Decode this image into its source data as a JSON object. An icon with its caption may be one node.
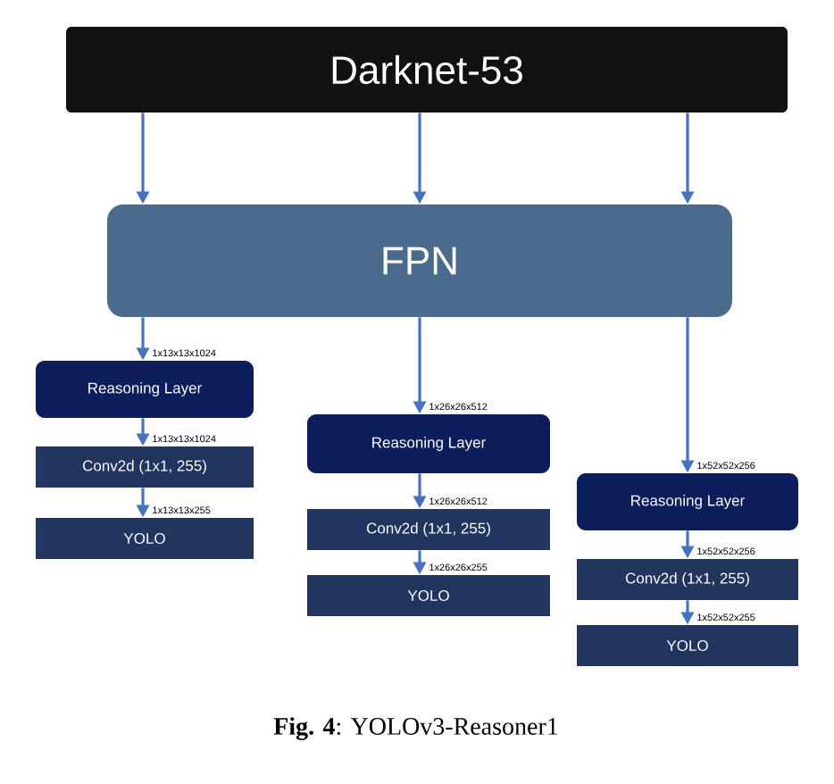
{
  "diagram": {
    "caption": "**Fig. 4**: YOLOv3-Reasoner1",
    "nodes": [
      {
        "text": [
          "Darknet-53"
        ]
      },
      {
        "text": [
          "FPN"
        ]
      },
      {
        "text": [
          "Reasoning Layer"
        ]
      },
      {
        "text": [
          "Conv2d (1x1, 255)"
        ]
      },
      {
        "text": [
          "YOLO"
        ]
      },
      {
        "text": [
          "Reasoning Layer"
        ]
      },
      {
        "text": [
          "Conv2d (1x1, 255)"
        ]
      },
      {
        "text": [
          "YOLO"
        ]
      },
      {
        "text": [
          "Reasoning Layer"
        ]
      },
      {
        "text": [
          "Conv2d (1x1, 255)"
        ]
      },
      {
        "text": [
          "YOLO"
        ]
      }
    ],
    "edges": [
      {
        "from": 0,
        "to": 1,
        "arrow": "to"
      },
      {
        "from": 0,
        "to": 1,
        "arrow": "to"
      },
      {
        "from": 0,
        "to": 1,
        "arrow": "to"
      },
      {
        "from": 1,
        "to": 2,
        "arrow": "to",
        "label": "1x13x13x1024"
      },
      {
        "from": 2,
        "to": 3,
        "arrow": "to",
        "label": "1x13x13x1024"
      },
      {
        "from": 3,
        "to": 4,
        "arrow": "to",
        "label": "1x13x13x255"
      },
      {
        "from": 1,
        "to": 5,
        "arrow": "to",
        "label": "1x26x26x512"
      },
      {
        "from": 5,
        "to": 6,
        "arrow": "to",
        "label": "1x26x26x512"
      },
      {
        "from": 6,
        "to": 7,
        "arrow": "to",
        "label": "1x26x26x255"
      },
      {
        "from": 1,
        "to": 8,
        "arrow": "to",
        "label": "1x52x52x256"
      },
      {
        "from": 8,
        "to": 9,
        "arrow": "to",
        "label": "1x52x52x256"
      },
      {
        "from": 9,
        "to": 10,
        "arrow": "to",
        "label": "1x52x52x255"
      }
    ]
  }
}
